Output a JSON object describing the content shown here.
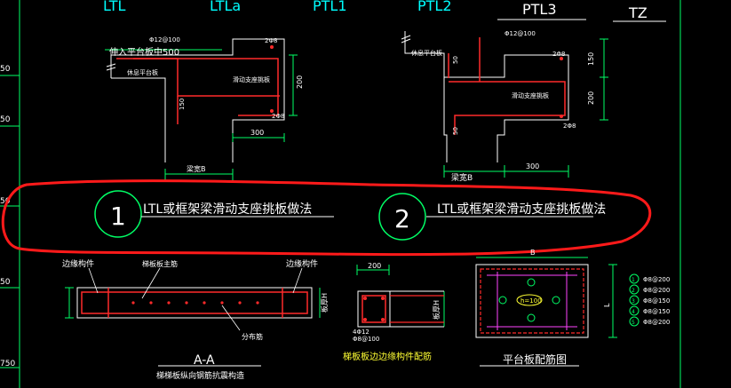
{
  "header_labels": {
    "h1": "LTL",
    "h2": "LTLa",
    "h3": "PTL1",
    "h4": "PTL2",
    "h5": "PTL3",
    "h6": "TZ"
  },
  "left_margin_ticks": {
    "t1": "50",
    "t2": "50",
    "t3": "50",
    "t4": "50",
    "t5": "750"
  },
  "detail1": {
    "top_bar": "Φ12@100",
    "note_platform": "伸入平台板中500",
    "bar_right": "2Φ8",
    "bar_right2": "2Φ8",
    "platform_label": "休息平台板",
    "slab_label": "滑动支座挑板",
    "dim_200": "200",
    "dim_300": "300",
    "dim_150": "150",
    "beam_width": "梁宽B",
    "bubble": "1",
    "title": "LTL或框架梁滑动支座挑板做法"
  },
  "detail2": {
    "top_bar": "Φ12@100",
    "bar_right": "2Φ8",
    "bar_right2": "2Φ8",
    "platform_label": "休息平台板",
    "slab_label": "滑动支座挑板",
    "dim_150a": "150",
    "dim_200": "200",
    "dim_50": "50",
    "dim_50b": "50",
    "dim_300": "300",
    "beam_width": "梁宽B",
    "bubble": "2",
    "title": "LTL或框架梁滑动支座挑板做法"
  },
  "section_aa": {
    "edge_left": "边缘构件",
    "main_bar": "梯板板主筋",
    "edge_right": "边缘构件",
    "height_label": "板厚H",
    "dist_bar": "分布筋",
    "title": "A-A",
    "subtitle": "梯梯板纵向钢筋抗震构造"
  },
  "edge_member": {
    "dim_200": "200",
    "height_label": "板厚H",
    "bar1": "4Φ12",
    "bar2": "Φ8@100",
    "title": "梯板板边边缘构件配筋"
  },
  "platform_slab": {
    "dim_l": "L",
    "dim_b": "B",
    "center_label": "h=100",
    "legend": [
      {
        "num": "1",
        "text": "Φ8@200"
      },
      {
        "num": "2",
        "text": "Φ8@200"
      },
      {
        "num": "3",
        "text": "Φ8@150"
      },
      {
        "num": "4",
        "text": "Φ8@150"
      },
      {
        "num": "5",
        "text": "Φ8@200"
      }
    ],
    "title": "平台板配筋图"
  },
  "colors": {
    "background": "#000000",
    "line_white": "#ffffff",
    "line_red": "#ff2a2a",
    "line_green": "#00ff66",
    "line_yellow": "#ffff00",
    "line_cyan": "#00ffff",
    "line_magenta": "#ff44ff",
    "text_yellow": "#ffff33"
  }
}
